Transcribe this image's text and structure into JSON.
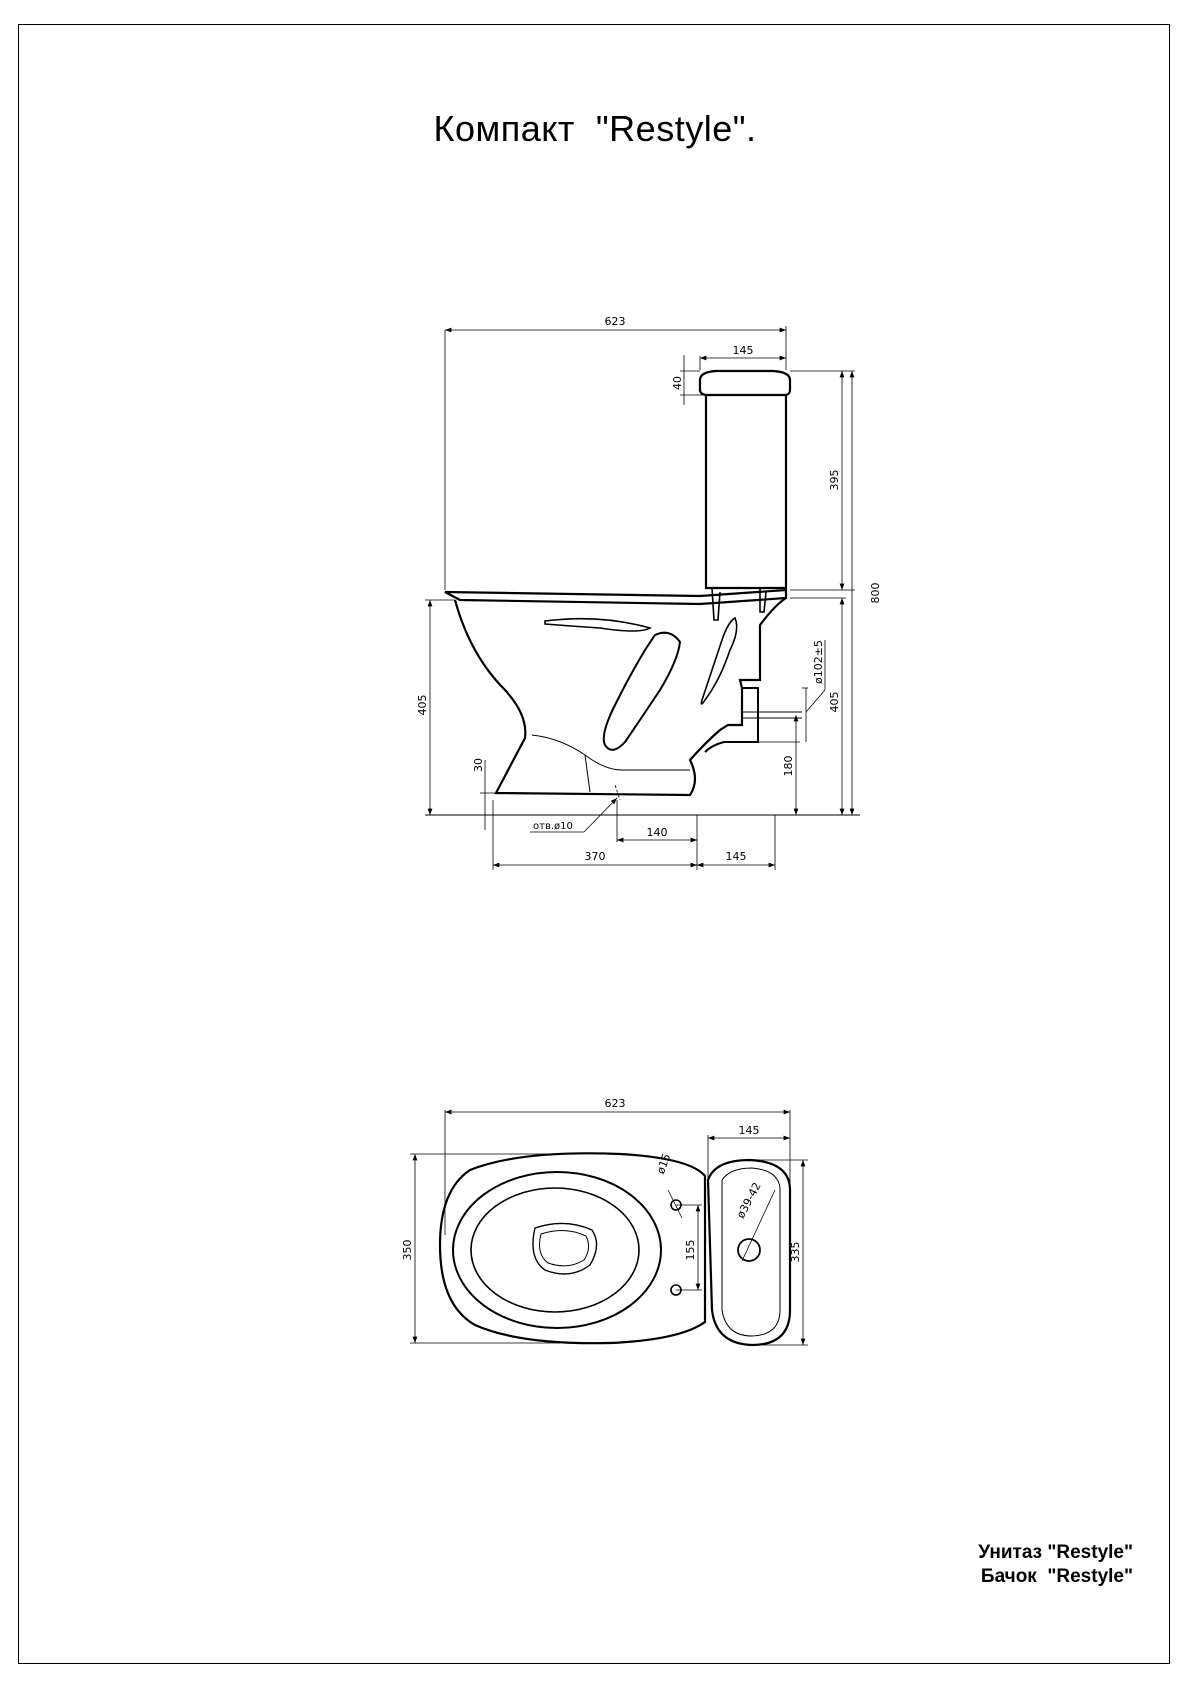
{
  "title": "Компакт  \"Restyle\".",
  "side_view": {
    "overall_width": "623",
    "tank_depth": "145",
    "lid_height": "40",
    "tank_height": "395",
    "overall_height": "800",
    "seat_height": "405",
    "outlet_height": "405",
    "outlet_diameter": "ø102±5",
    "outlet_axis_height": "180",
    "foot_height": "30",
    "hole_label": "отв.ø10",
    "hole_to_outlet": "140",
    "base_length": "370",
    "outlet_length": "145"
  },
  "top_view": {
    "overall_width": "623",
    "tank_depth": "145",
    "bowl_width": "350",
    "tank_width": "335",
    "mount_hole_diameter": "ø15",
    "mount_hole_spacing": "155",
    "flush_hole_diameter": "ø39-42"
  },
  "captions": {
    "bowl": "Унитаз \"Restyle\"",
    "tank": "Бачок  \"Restyle\""
  }
}
